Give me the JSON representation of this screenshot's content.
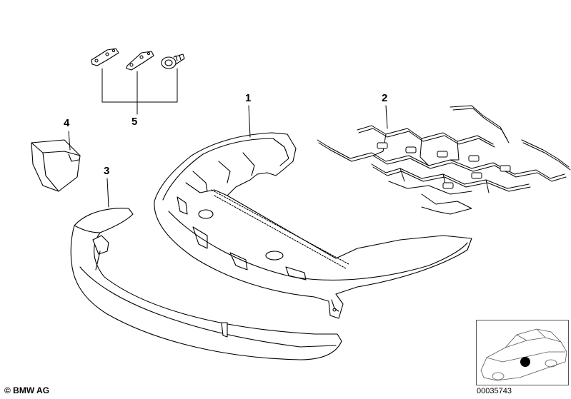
{
  "callouts": {
    "c1": "1",
    "c2": "2",
    "c3": "3",
    "c4": "4",
    "c5": "5"
  },
  "footer": {
    "copyright": "© BMW AG",
    "diagram_number": "00035743"
  },
  "icons": [
    "seat-shell-icon",
    "spring-mat-icon",
    "trim-panel-icon",
    "cover-cap-icon",
    "bracket-icon",
    "screw-icon",
    "car-locator-icon"
  ],
  "colors": {
    "line": "#000000",
    "background": "#ffffff",
    "marker": "#000000"
  }
}
